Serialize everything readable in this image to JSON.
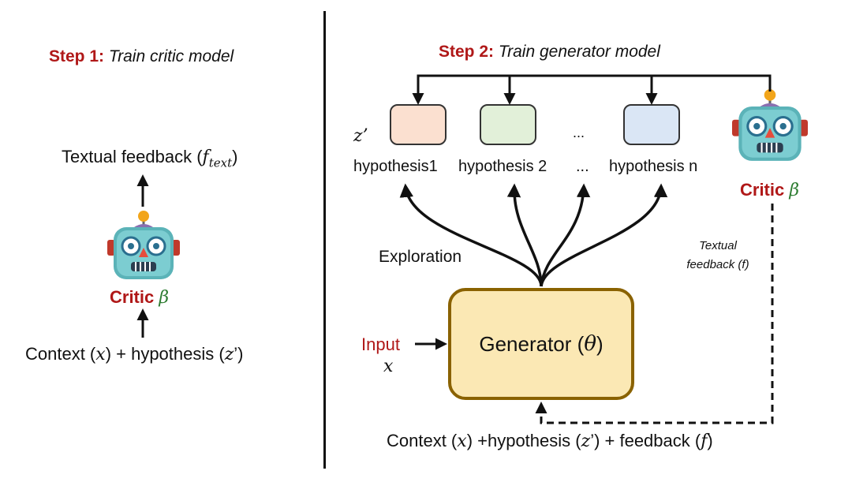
{
  "step1": {
    "num": "Step 1:",
    "desc": "Train critic model"
  },
  "step2": {
    "num": "Step 2:",
    "desc": "Train generator model"
  },
  "left": {
    "feedback_text": "Textual feedback (",
    "feedback_var": "f",
    "feedback_sub": "text",
    "feedback_close": ")",
    "critic_word": "Critic",
    "critic_symbol": "β",
    "context_pre": "Context (",
    "context_x": "x",
    "context_mid": ") + hypothesis (",
    "context_z": "z",
    "context_end": "’)"
  },
  "right": {
    "z_label": "z’",
    "dots": "...",
    "hypotheses": [
      "hypothesis1",
      "hypothesis 2",
      "...",
      "hypothesis n"
    ],
    "box_colors": [
      "#fbe0d0",
      "#e2f0d9",
      "#dae6f5"
    ],
    "critic_word": "Critic",
    "critic_symbol": "β",
    "exploration": "Exploration",
    "textual_feedback_line1": "Textual",
    "textual_feedback_line2": "feedback (f)",
    "input_word": "Input",
    "input_var": "x",
    "generator_text": "Generator (",
    "generator_var": "θ",
    "generator_close": ")",
    "bottom_pre": "Context (",
    "bottom_x": "x",
    "bottom_mid": ") +hypothesis (",
    "bottom_z": "z",
    "bottom_mid2": "’)  + feedback (",
    "bottom_f": "f",
    "bottom_end": ")"
  },
  "colors": {
    "accent_red": "#b01818",
    "beta_green": "#2e7d32",
    "generator_fill": "#fbe8b4",
    "generator_border": "#8a6200"
  },
  "icons": [
    "robot-icon"
  ]
}
